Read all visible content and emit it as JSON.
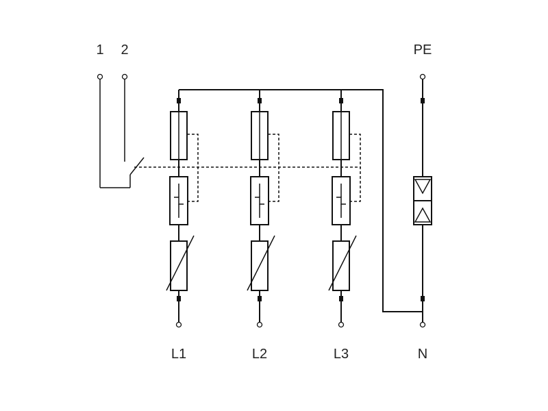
{
  "terminals": {
    "aux_1": "1",
    "aux_2": "2",
    "pe": "PE",
    "l1": "L1",
    "l2": "L2",
    "l3": "L3",
    "n": "N"
  },
  "colors": {
    "line": "#111111",
    "text": "#222222",
    "background": "#ffffff"
  }
}
